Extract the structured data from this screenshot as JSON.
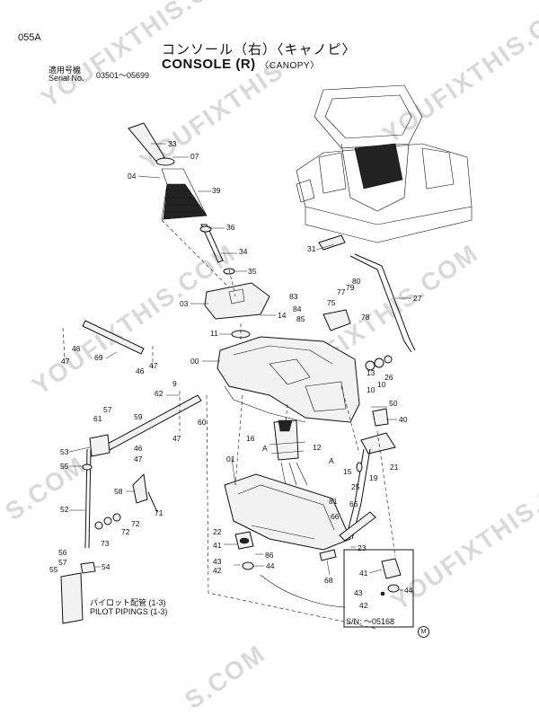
{
  "header": {
    "page_code": "055A",
    "title_jp": "コンソール（右）〈キャノピ〉",
    "title_en": "CONSOLE (R)",
    "title_en_suffix": "〈CANOPY〉",
    "serial_label_jp": "適用号機",
    "serial_label_en": "Serial No.",
    "serial_range": "03501～05699"
  },
  "notes": {
    "pilot_jp": "パイロット配管 (1-3)",
    "pilot_en": "PILOT PIPINGS (1-3)",
    "sn_range": "S/N: ～05168",
    "maker_mark": "M"
  },
  "watermarks": [
    "YOUFIXTHIS.COM",
    "YOUFIXTHIS",
    "YOUFIXTHIS.COM",
    "YOUFIXTHIS.COM",
    "YOUFIXTHIS.COM",
    "YOUFIXTHIS.COM",
    "S.COM",
    "S.COM"
  ],
  "callouts": [
    "33",
    "07",
    "04",
    "39",
    "36",
    "34",
    "35",
    "03",
    "14",
    "11",
    "00",
    "31",
    "83",
    "84",
    "85",
    "75",
    "77",
    "79",
    "80",
    "27",
    "78",
    "26",
    "10",
    "10",
    "50",
    "40",
    "21",
    "19",
    "25",
    "15",
    "12",
    "16",
    "A",
    "A",
    "81",
    "01",
    "66",
    "66",
    "23",
    "22",
    "41",
    "86",
    "43",
    "42",
    "44",
    "68",
    "41",
    "43",
    "42",
    "44",
    "62",
    "60",
    "61",
    "57",
    "59",
    "53",
    "55",
    "46",
    "47",
    "58",
    "52",
    "72",
    "72",
    "73",
    "71",
    "56",
    "57",
    "55",
    "54",
    "46",
    "47",
    "69",
    "46",
    "47",
    "13",
    "9",
    "47"
  ]
}
